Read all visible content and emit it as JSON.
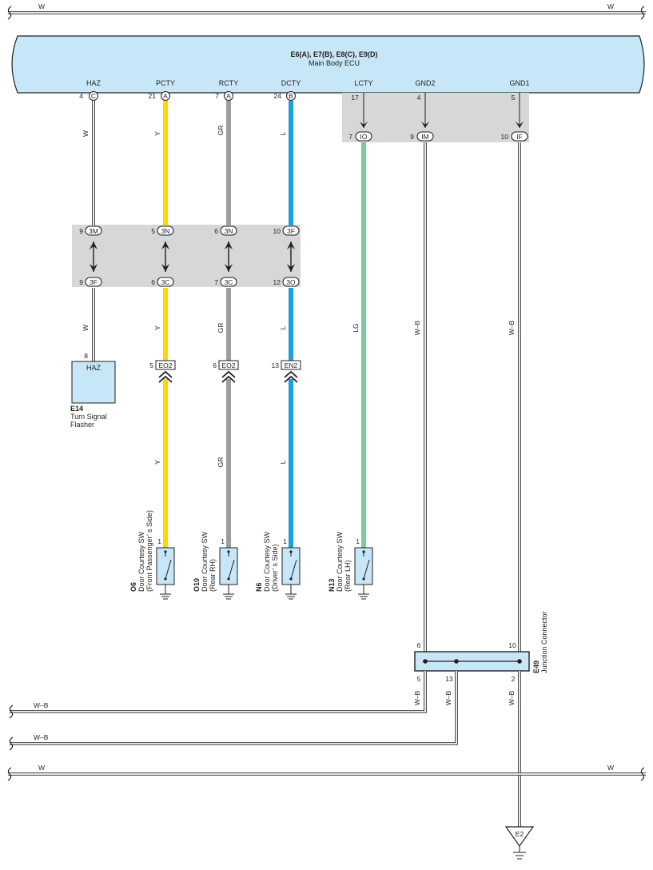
{
  "ecu": {
    "connectors": "E6(A), E7(B), E8(C), E9(D)",
    "name": "Main Body ECU",
    "terminals": [
      {
        "name": "HAZ",
        "pin": "4",
        "conn": "C"
      },
      {
        "name": "PCTY",
        "pin": "21",
        "conn": "A"
      },
      {
        "name": "RCTY",
        "pin": "7",
        "conn": "A"
      },
      {
        "name": "DCTY",
        "pin": "24",
        "conn": "B"
      },
      {
        "name": "LCTY",
        "pin": "17"
      },
      {
        "name": "GND2",
        "pin": "4"
      },
      {
        "name": "GND1",
        "pin": "5"
      }
    ]
  },
  "colors": {
    "ecu_fill": "#c7e6f7",
    "junction_fill": "#d6d7d8",
    "wire_Y": "#ffd700",
    "wire_GR": "#9e9ea0",
    "wire_L": "#1ba1e2",
    "wire_LG": "#7dcaa0",
    "wire_W": "#ffffff"
  },
  "bus_wires": {
    "top": {
      "left": "W",
      "right": "W"
    },
    "bottom_w": {
      "left": "W",
      "right": "W"
    },
    "wb1": "W–B",
    "wb2": "W–B"
  },
  "upper_junction": [
    {
      "pin": "7",
      "conn": "IO"
    },
    {
      "pin": "9",
      "conn": "IM"
    },
    {
      "pin": "10",
      "conn": "IF"
    }
  ],
  "mid_junction": {
    "top": [
      {
        "pin": "9",
        "conn": "3M"
      },
      {
        "pin": "5",
        "conn": "3N"
      },
      {
        "pin": "6",
        "conn": "3N"
      },
      {
        "pin": "10",
        "conn": "3F"
      }
    ],
    "bottom": [
      {
        "pin": "9",
        "conn": "3F"
      },
      {
        "pin": "6",
        "conn": "3C"
      },
      {
        "pin": "7",
        "conn": "3C"
      },
      {
        "pin": "12",
        "conn": "3O"
      }
    ]
  },
  "wire_labels": {
    "haz_upper": "W",
    "haz_lower": "W",
    "pcty_upper": "Y",
    "pcty_mid": "Y",
    "pcty_lower": "Y",
    "rcty_upper": "GR",
    "rcty_mid": "GR",
    "rcty_lower": "GR",
    "dcty_upper": "L",
    "dcty_mid": "L",
    "dcty_lower": "L",
    "lcty": "LG",
    "gnd2": "W–B",
    "gnd1": "W–B",
    "j5": "W–B",
    "j13": "W–B",
    "j2": "W–B"
  },
  "connectors_in_line": [
    {
      "pin": "5",
      "conn": "EO2"
    },
    {
      "pin": "6",
      "conn": "EO2"
    },
    {
      "pin": "13",
      "conn": "EN2"
    }
  ],
  "flasher": {
    "pin": "8",
    "label": "HAZ",
    "code": "E14",
    "name_line1": "Turn Signal",
    "name_line2": "Flasher"
  },
  "switches": [
    {
      "pin": "1",
      "code": "O6",
      "l1": "Door Courtesy SW",
      "l2": "(Front Passenger’ s Side)"
    },
    {
      "pin": "1",
      "code": "O10",
      "l1": "Door Courtesy SW",
      "l2": "(Rear RH)"
    },
    {
      "pin": "1",
      "code": "N6",
      "l1": "Door Courtesy SW",
      "l2": "(Driver’ s Side)"
    },
    {
      "pin": "1",
      "code": "N13",
      "l1": "Door Courtesy SW",
      "l2": "(Rear LH)"
    }
  ],
  "junction_connector": {
    "code": "E49",
    "name": "Junction Connector",
    "pin_top_left": "6",
    "pin_top_right": "10",
    "pin_bot_left": "5",
    "pin_bot_mid": "13",
    "pin_bot_right": "2"
  },
  "ground": {
    "label": "E2"
  }
}
